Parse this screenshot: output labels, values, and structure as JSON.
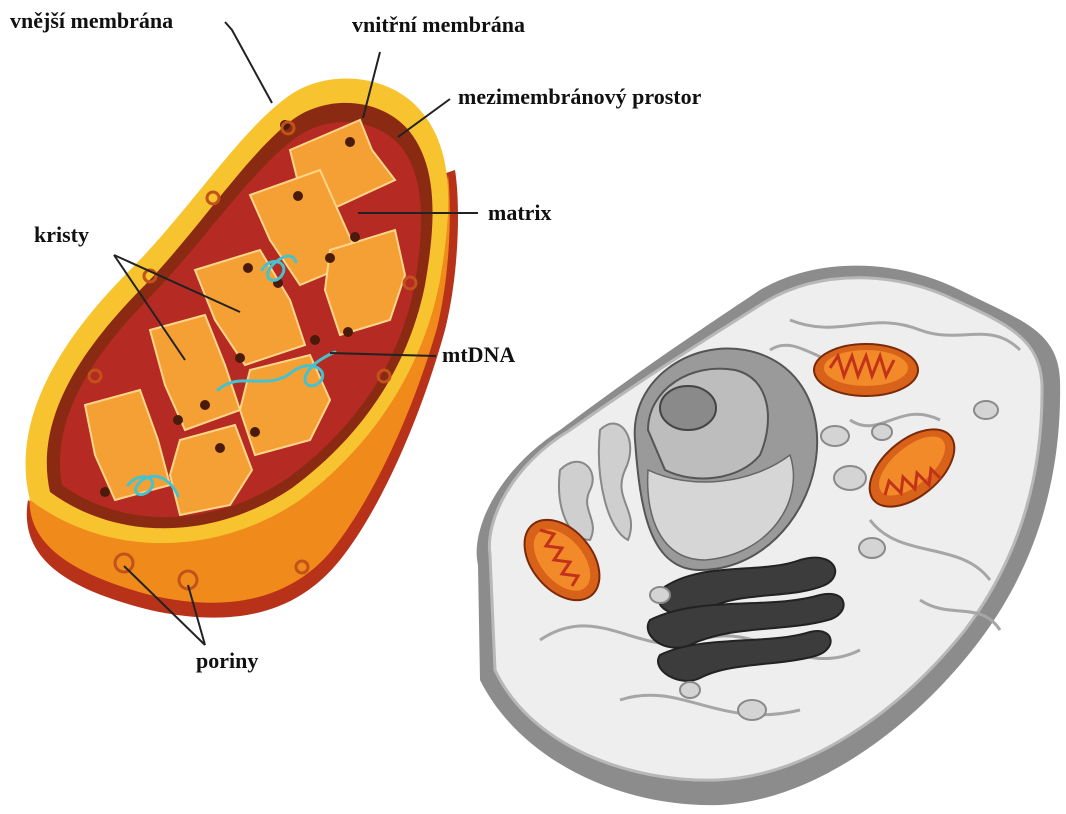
{
  "labels": {
    "outer_membrane": "vnější membrána",
    "inner_membrane": "vnitřní membrána",
    "intermembrane_space": "mezimembránový prostor",
    "matrix": "matrix",
    "cristae": "kristy",
    "mtdna": "mtDNA",
    "porins": "poriny"
  },
  "colors": {
    "outer_membrane": "#f7c430",
    "hull_orange": "#f08a1a",
    "hull_shadow": "#b8321a",
    "intermembrane": "#8a2a12",
    "matrix": "#b52a22",
    "cristae": "#f5a035",
    "dna": "#45c2cf",
    "cell_body": "#eeeeee",
    "cell_edge": "#8c8c8c"
  }
}
